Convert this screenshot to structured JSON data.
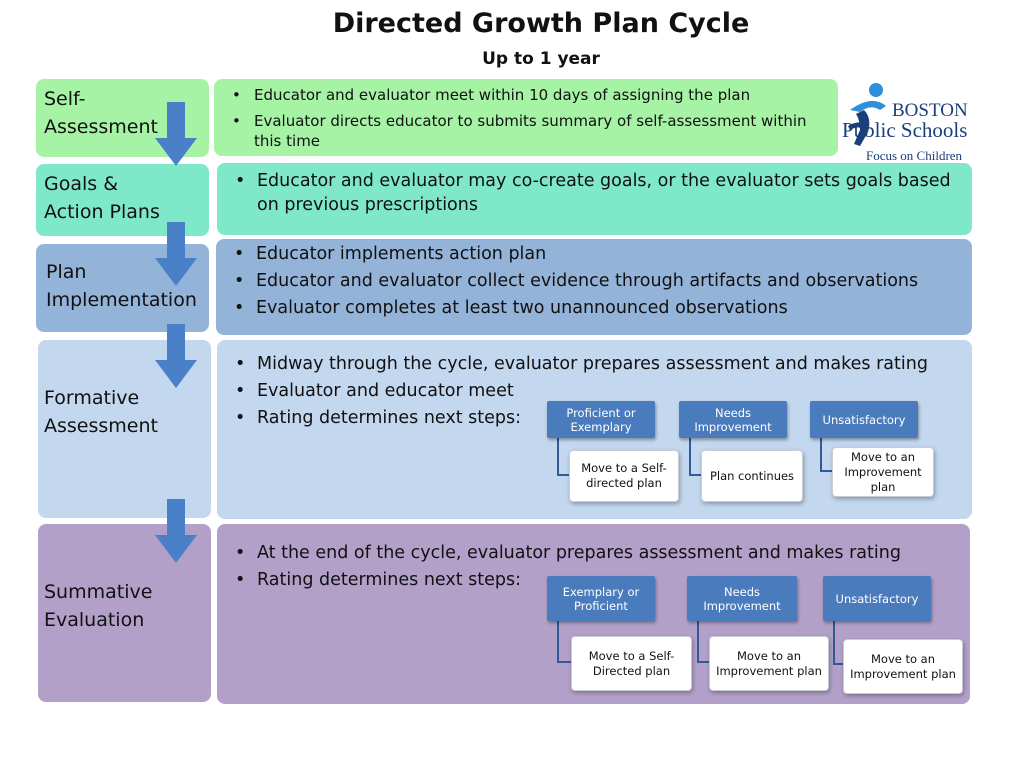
{
  "title": "Directed Growth Plan Cycle",
  "subtitle": "Up to 1 year",
  "logo": {
    "line1": "BOSTON",
    "line2": "Public Schools",
    "line3": "Focus on Children"
  },
  "colors": {
    "green": "#a6f3a6",
    "teal": "#7ee8c8",
    "blue": "#94b3d8",
    "light_blue": "#c3d7ee",
    "purple": "#b3a0c9",
    "arrow": "#4a80c8",
    "node": "#4a7bbd"
  },
  "stages": [
    {
      "label": "Self-\nAssessment",
      "bullets": [
        "Educator and evaluator meet within 10 days of assigning the plan",
        "Evaluator directs educator to submits summary of self-assessment within this time"
      ]
    },
    {
      "label": "Goals &\nAction Plans",
      "bullets": [
        "Educator and evaluator may co-create goals, or the evaluator sets goals based on previous prescriptions"
      ]
    },
    {
      "label": "Plan\nImplementation",
      "bullets": [
        "Educator implements action plan",
        "Educator and evaluator collect evidence through artifacts and observations",
        "Evaluator completes at least two unannounced observations"
      ]
    },
    {
      "label": "Formative\nAssessment",
      "bullets": [
        "Midway through the cycle, evaluator prepares assessment and makes rating",
        "Evaluator and educator meet",
        "Rating determines next steps:"
      ],
      "outcomes": [
        {
          "rating": "Proficient or Exemplary",
          "step": "Move to a Self-directed plan"
        },
        {
          "rating": "Needs Improvement",
          "step": "Plan continues"
        },
        {
          "rating": "Unsatisfactory",
          "step": "Move to an Improvement plan"
        }
      ]
    },
    {
      "label": "Summative\nEvaluation",
      "bullets": [
        "At the end of the cycle, evaluator prepares assessment and makes rating",
        "Rating determines next steps:"
      ],
      "outcomes": [
        {
          "rating": "Exemplary or Proficient",
          "step": "Move to a Self-Directed plan"
        },
        {
          "rating": "Needs Improvement",
          "step": "Move to an Improvement plan"
        },
        {
          "rating": "Unsatisfactory",
          "step": "Move to an Improvement plan"
        }
      ]
    }
  ]
}
